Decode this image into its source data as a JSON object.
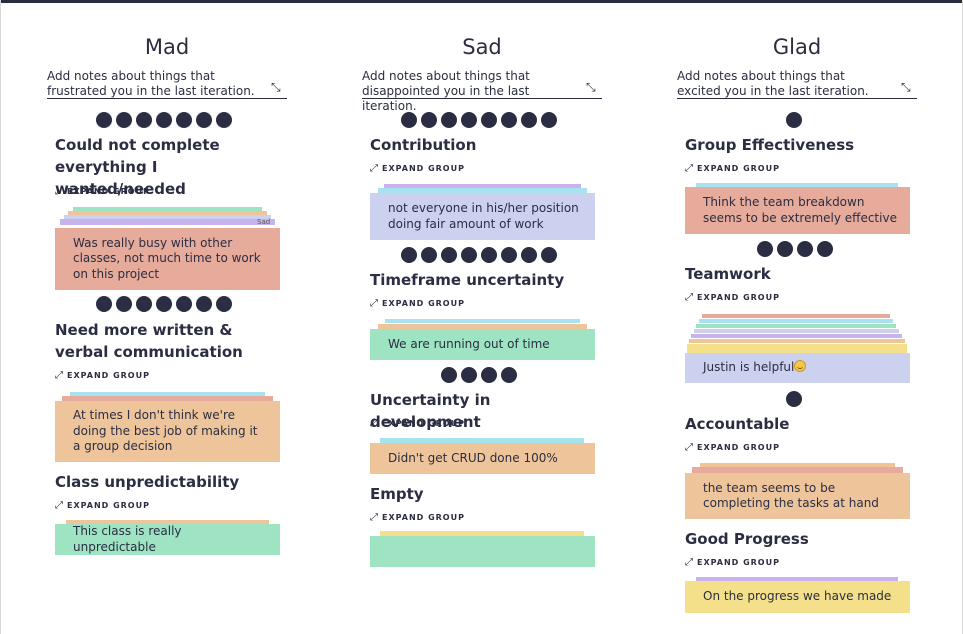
{
  "columns": [
    {
      "title": "Mad",
      "description": "Add notes about things that frustrated you in the last iteration.",
      "vote_dots": 7,
      "groups": [
        {
          "title": "Could not complete everything I wanted/needed",
          "expand_label": "EXPAND GROUP",
          "stack_label": "Sad",
          "note": "Was really busy with other classes, not much time to work on this project",
          "note_color": "#e6ab9b",
          "stack_colors": [
            "#9ee4c2",
            "#eec59b",
            "#cdd1f0",
            "#c8b3ec"
          ],
          "dots_after": 7
        },
        {
          "title": "Need more written & verbal communication",
          "expand_label": "EXPAND GROUP",
          "note": "At times I don't think we're doing the best job of making it a group decision",
          "note_color": "#eec59b",
          "stack_colors": [
            "#a8e2ee",
            "#e6ab9b"
          ]
        },
        {
          "title": "Class unpredictability",
          "expand_label": "EXPAND GROUP",
          "note": "This class is really unpredictable",
          "note_color": "#9ee4c2",
          "stack_colors": [
            "#eec59b"
          ]
        }
      ]
    },
    {
      "title": "Sad",
      "description": "Add notes about things that disappointed you in the last iteration.",
      "vote_dots": 8,
      "groups": [
        {
          "title": "Contribution",
          "expand_label": "EXPAND GROUP",
          "note": "not everyone in his/her position doing fair amount of work",
          "note_color": "#cdd1f0",
          "stack_colors": [
            "#c8b3ec",
            "#a8e2ee"
          ],
          "dots_after": 8
        },
        {
          "title": "Timeframe uncertainty",
          "expand_label": "EXPAND GROUP",
          "note": "We are running out of time",
          "note_color": "#9ee4c2",
          "stack_colors": [
            "#a8e2ee",
            "#eec59b"
          ],
          "dots_after": 4
        },
        {
          "title": "Uncertainty in development",
          "expand_label": "EXPAND GROUP",
          "note": "Didn't get CRUD done 100%",
          "note_color": "#eec59b",
          "stack_colors": [
            "#a8e2ee"
          ]
        },
        {
          "title": "Empty",
          "expand_label": "EXPAND GROUP",
          "note": "",
          "note_color": "#9ee4c2",
          "stack_colors": [
            "#f4e08a"
          ]
        }
      ]
    },
    {
      "title": "Glad",
      "description": "Add notes about things that excited you in the last iteration.",
      "vote_dots": 1,
      "groups": [
        {
          "title": "Group Effectiveness",
          "expand_label": "EXPAND GROUP",
          "note": "Think the team breakdown seems to be extremely effective",
          "note_color": "#e6ab9b",
          "stack_colors": [
            "#a8e2ee"
          ],
          "dots_after": 4
        },
        {
          "title": "Teamwork",
          "expand_label": "EXPAND GROUP",
          "note": "Justin is helpful",
          "note_emoji": "grinning-face-emoji",
          "note_color": "#cdd1f0",
          "stack_colors": [
            "#e6ab9b",
            "#a8e2ee",
            "#9ee4c2",
            "#cdd1f0",
            "#c8b3ec",
            "#eec59b",
            "#f4e08a"
          ],
          "dots_after": 1
        },
        {
          "title": "Accountable",
          "expand_label": "EXPAND GROUP",
          "note": "the team seems to be completing the tasks at hand",
          "note_color": "#eec59b",
          "stack_colors": [
            "#eec59b",
            "#e6ab9b"
          ]
        },
        {
          "title": "Good Progress",
          "expand_label": "EXPAND GROUP",
          "note": "On the progress we have made",
          "note_color": "#f4e08a",
          "stack_colors": [
            "#c8b3ec"
          ]
        }
      ]
    }
  ],
  "colors": {
    "dot": "#2b2d42",
    "text": "#2b2d42",
    "border": "#2b2d42"
  },
  "icons": {
    "expand": "expand-arrows-icon",
    "collapse": "collapse-arrows-icon"
  }
}
